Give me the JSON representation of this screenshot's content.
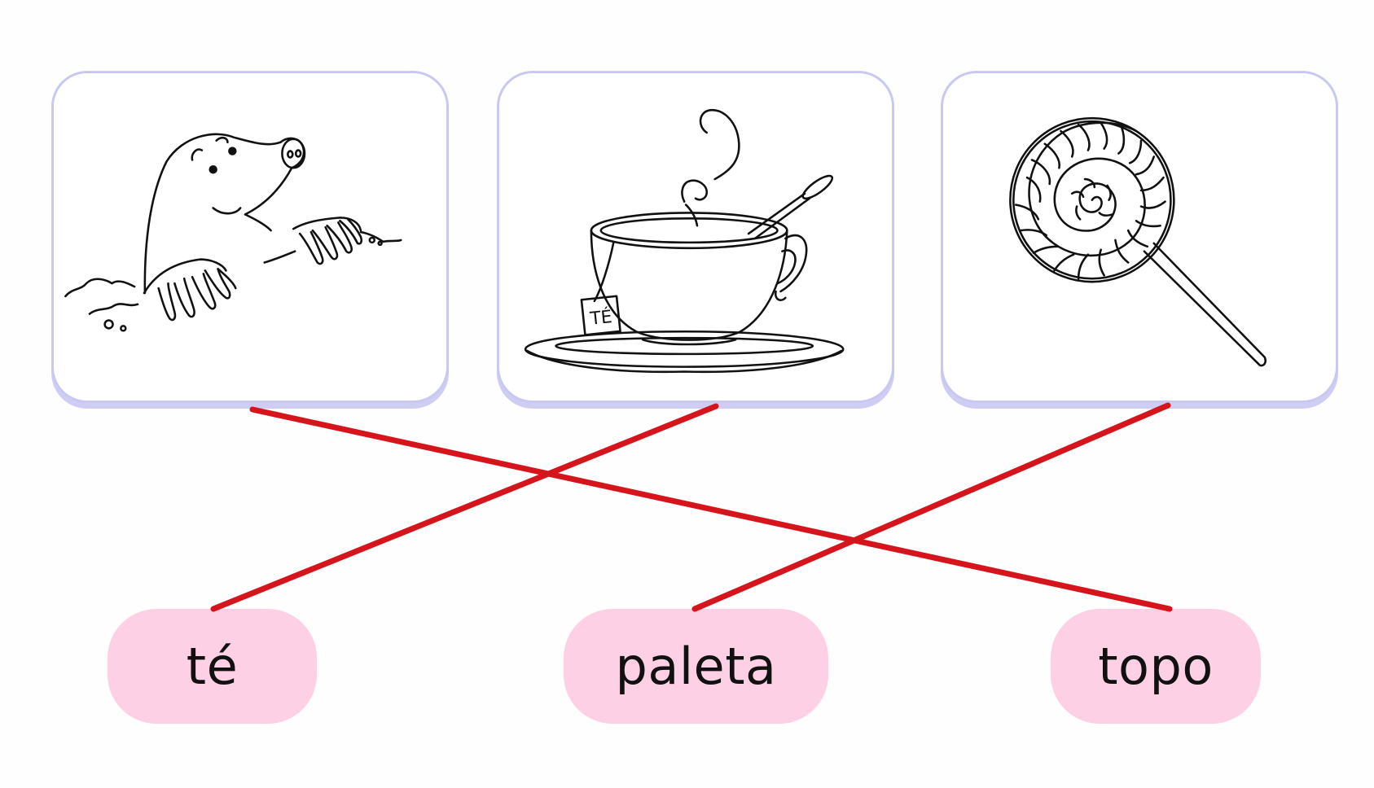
{
  "cards": [
    {
      "icon": "mole-icon"
    },
    {
      "icon": "teacup-icon",
      "tag_label": "TÉ"
    },
    {
      "icon": "lollipop-icon"
    }
  ],
  "words": [
    "té",
    "paleta",
    "topo"
  ],
  "connections": [
    {
      "from_card": 1,
      "to_word": 3
    },
    {
      "from_card": 2,
      "to_word": 1
    },
    {
      "from_card": 3,
      "to_word": 2
    }
  ],
  "colors": {
    "card_border": "#c9c8f2",
    "word_fill": "#fdd0e5",
    "line": "#d6141b"
  }
}
